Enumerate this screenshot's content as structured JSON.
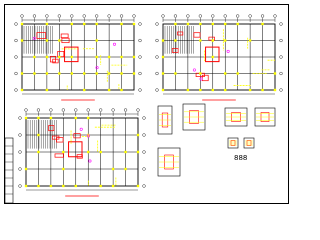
{
  "drawing": {
    "caption": "888",
    "colors": {
      "background": "#ffffff",
      "frame": "#000000",
      "linework": "#000000",
      "columns": "#ffff00",
      "beams_red": "#ff0000",
      "tables_red": "#ff0000",
      "accent_magenta": "#ff00ff"
    },
    "sheets": [
      {
        "name": "plan-top-left"
      },
      {
        "name": "plan-top-right"
      },
      {
        "name": "plan-bottom-left"
      }
    ],
    "details": [
      {
        "name": "detail-1"
      },
      {
        "name": "detail-2"
      },
      {
        "name": "detail-3"
      },
      {
        "name": "detail-4"
      },
      {
        "name": "detail-5"
      },
      {
        "name": "detail-6"
      },
      {
        "name": "detail-7"
      }
    ]
  }
}
